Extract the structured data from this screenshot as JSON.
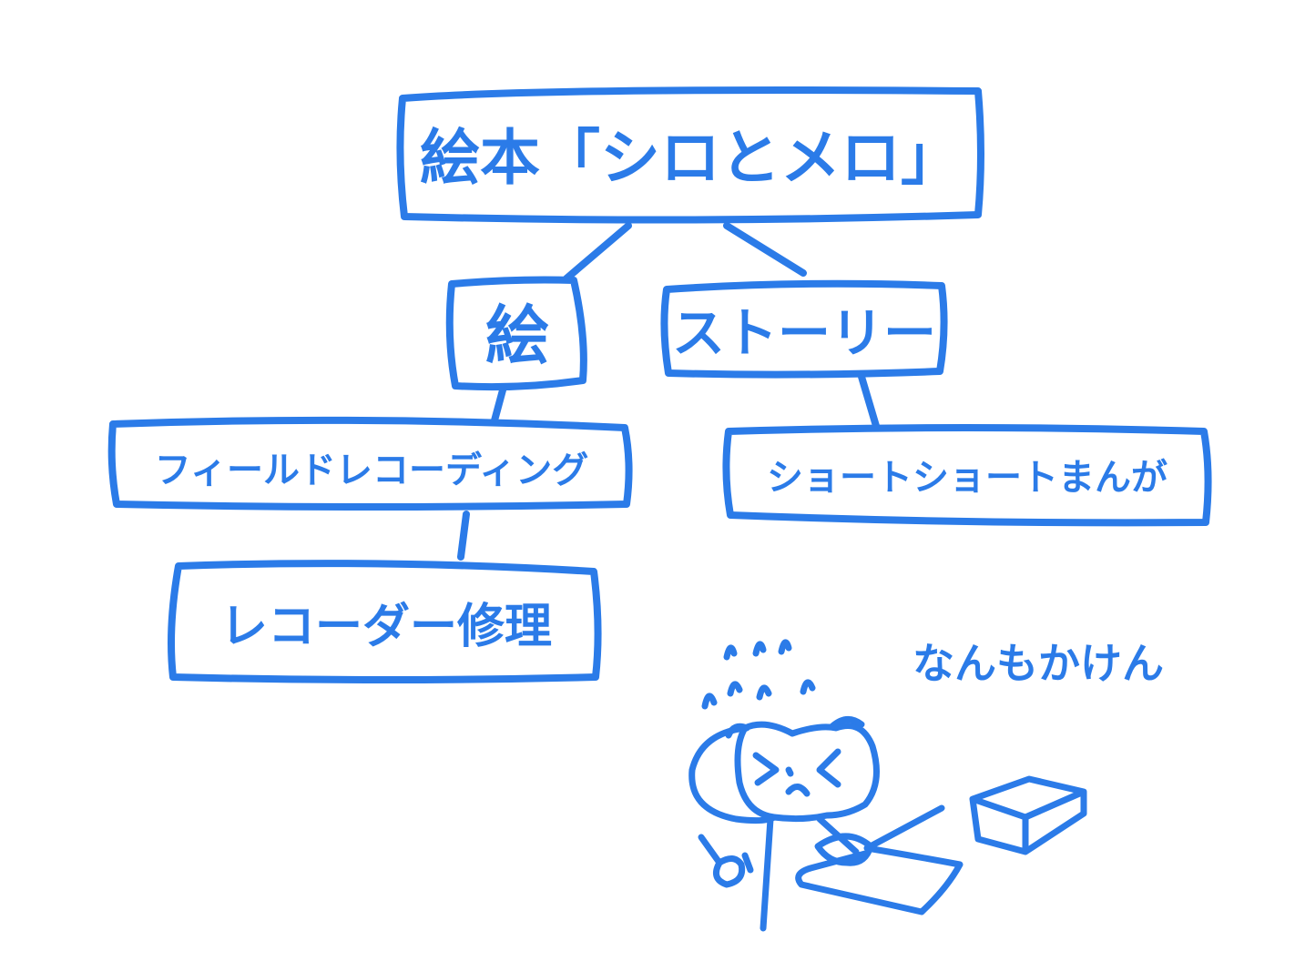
{
  "diagram": {
    "root": "絵本「シロとメロ」",
    "branch_left": "絵",
    "branch_right": "ストーリー",
    "left_child": "フィールドレコーディング",
    "left_grandchild": "レコーダー修理",
    "right_child": "ショートショートまんが",
    "caption": "なんもかけん"
  },
  "colors": {
    "stroke": "#2b7be8",
    "background": "#ffffff"
  }
}
